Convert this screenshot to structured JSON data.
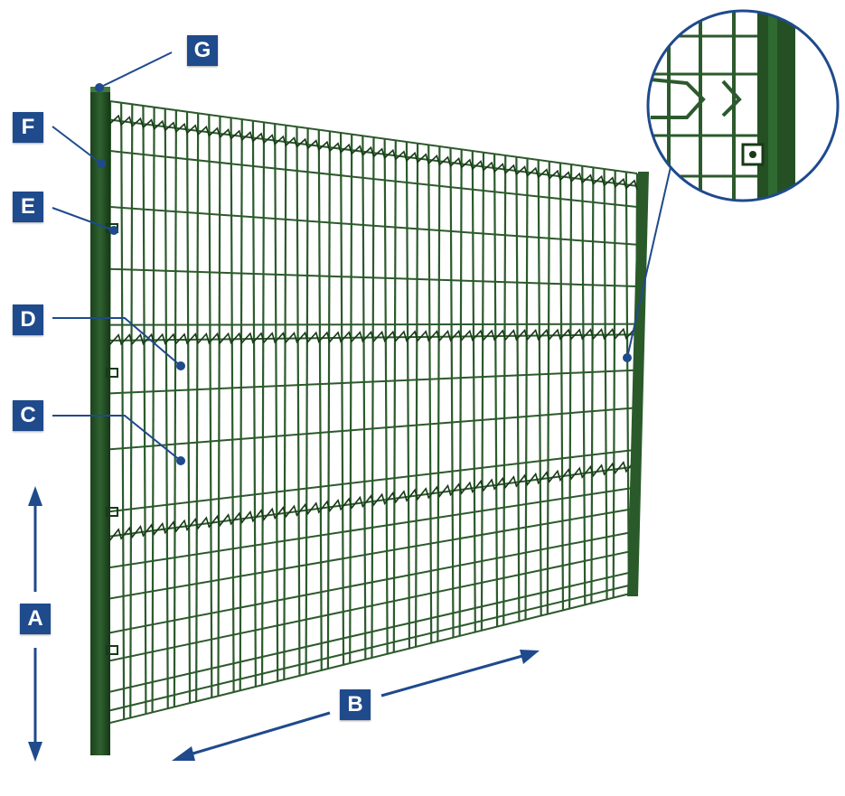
{
  "labels": {
    "a": "A",
    "b": "B",
    "c": "C",
    "d": "D",
    "e": "E",
    "f": "F",
    "g": "G"
  },
  "colors": {
    "label_bg": "#1f4a8c",
    "label_text": "#ffffff",
    "fence": "#2c5a2c",
    "fence_dark": "#173a17",
    "leader": "#1f4a8c"
  },
  "icons": {
    "arrow_a": "double-vertical-arrow-icon",
    "arrow_b": "double-diagonal-arrow-icon",
    "detail": "magnifier-detail-icon"
  }
}
